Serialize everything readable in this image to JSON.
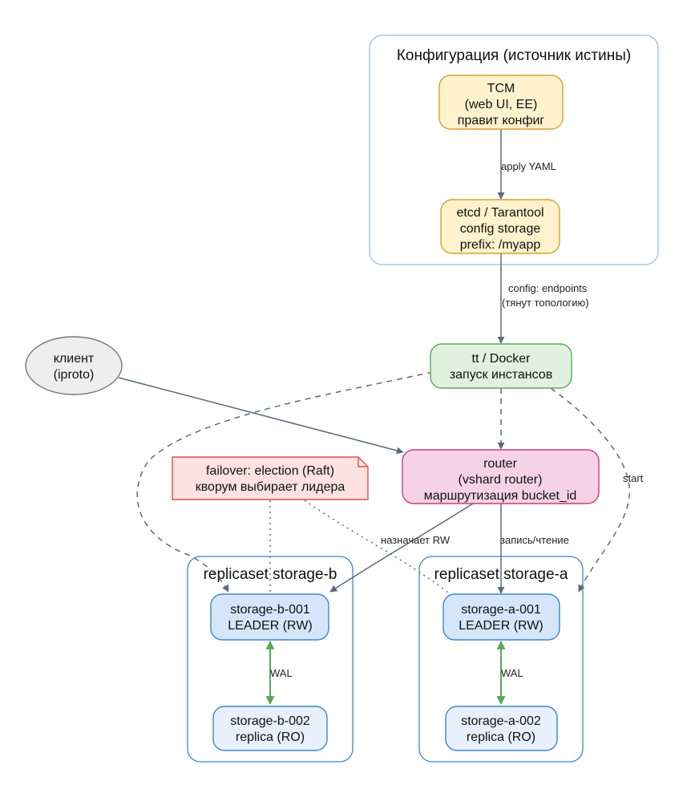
{
  "diagram": {
    "clusters": {
      "config": {
        "label": "Конфигурация (источник истины)"
      },
      "storage_b": {
        "label": "replicaset storage-b"
      },
      "storage_a": {
        "label": "replicaset storage-a"
      }
    },
    "nodes": {
      "tcm": {
        "lines": [
          "TCM",
          "(web UI, EE)",
          "правит конфиг"
        ]
      },
      "etcd": {
        "lines": [
          "etcd / Tarantool",
          "config storage",
          "prefix: /myapp"
        ]
      },
      "tt": {
        "lines": [
          "tt / Docker",
          "запуск инстансов"
        ]
      },
      "client": {
        "lines": [
          "клиент",
          "(iproto)"
        ]
      },
      "router": {
        "lines": [
          "router",
          "(vshard router)",
          "маршрутизация bucket_id"
        ]
      },
      "failover_note": {
        "lines": [
          "failover: election (Raft)",
          "кворум выбирает лидера"
        ]
      },
      "sb1": {
        "lines": [
          "storage-b-001",
          "LEADER (RW)"
        ]
      },
      "sb2": {
        "lines": [
          "storage-b-002",
          "replica (RO)"
        ]
      },
      "sa1": {
        "lines": [
          "storage-a-001",
          "LEADER (RW)"
        ]
      },
      "sa2": {
        "lines": [
          "storage-a-002",
          "replica (RO)"
        ]
      }
    },
    "edges": {
      "apply_yaml": {
        "label": "apply YAML"
      },
      "endpoints": {
        "lines": [
          "config: endpoints",
          "(тянут топологию)"
        ]
      },
      "start": {
        "label": "start"
      },
      "assigns_rw": {
        "label": "назначает RW"
      },
      "read_write": {
        "label": "запись/чтение"
      },
      "wal_b": {
        "label": "WAL"
      },
      "wal_a": {
        "label": "WAL"
      }
    },
    "colors": {
      "edge": "#5b6b7b",
      "cluster_border_config": "#9fbfd6",
      "cluster_border_storage": "#3b87c8",
      "config_fill": "#fff2cc",
      "config_stroke": "#d4a32a",
      "tt_fill": "#e2f0e0",
      "tt_stroke": "#5aaa56",
      "client_fill": "#eeeeee",
      "client_stroke": "#777777",
      "router_fill": "#f5d3e4",
      "router_stroke": "#c83c7c",
      "note_fill": "#fde2e1",
      "note_stroke": "#d9534f",
      "leader_fill": "#d5e6fb",
      "replica_fill": "#e7f0fc",
      "storage_stroke": "#3b87c8",
      "wal": "#5aa85a"
    }
  }
}
